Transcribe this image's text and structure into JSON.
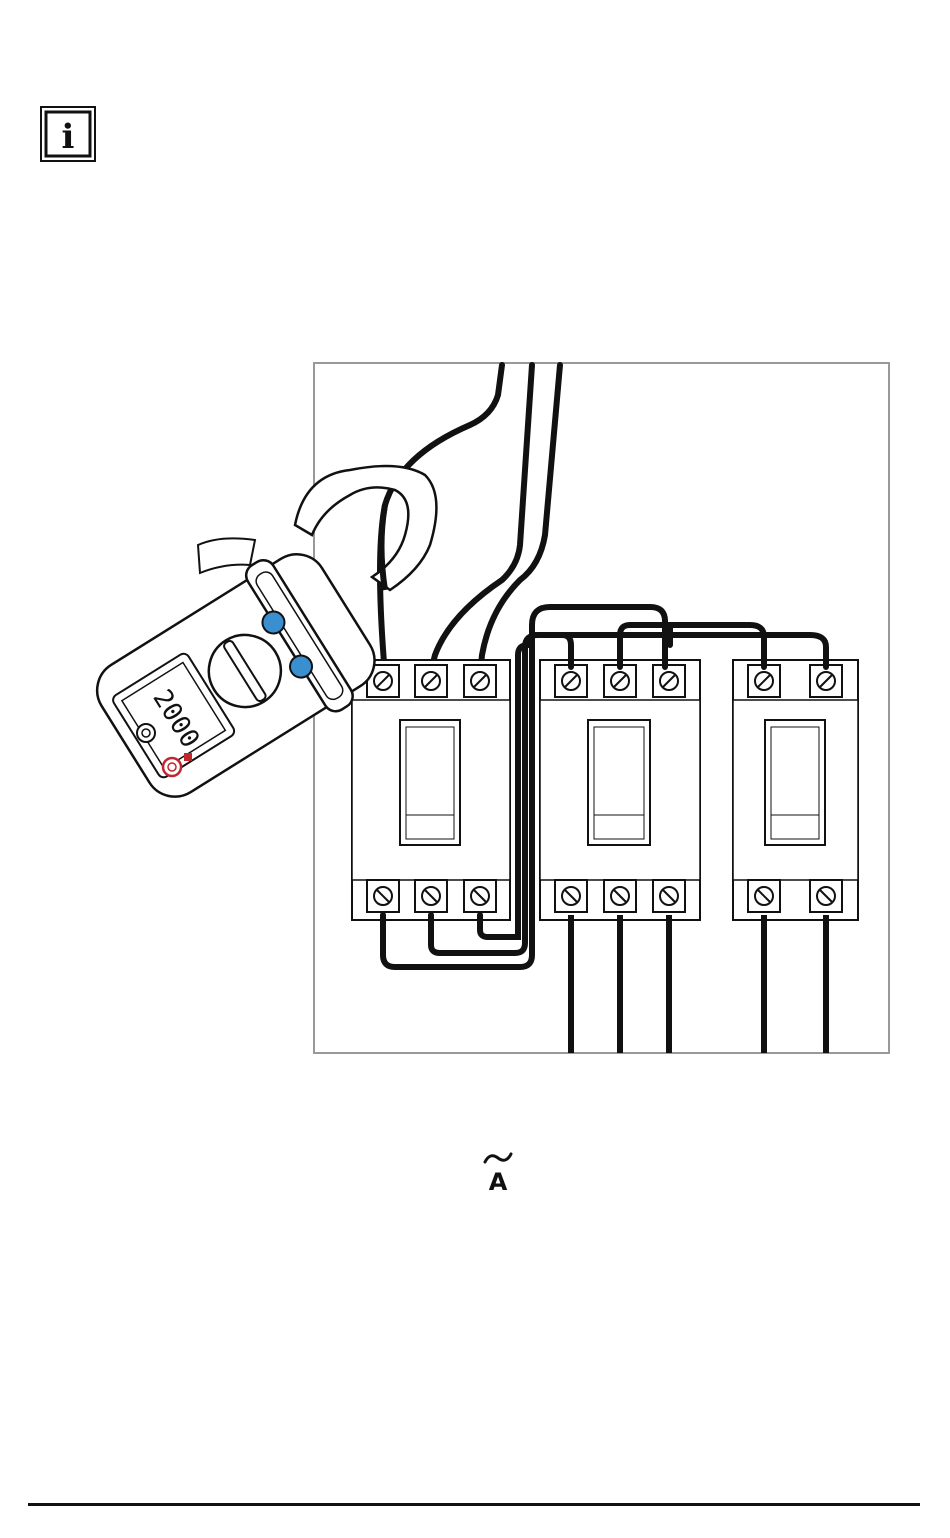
{
  "info_icon": {
    "icon": "info-icon",
    "glyph": "i"
  },
  "clamp_meter": {
    "display_reading": "2000",
    "rotary_dial": "function-selector-dial",
    "buttons": 2,
    "terminals": 2
  },
  "breakers": [
    {
      "poles": 3
    },
    {
      "poles": 3
    },
    {
      "poles": 2
    }
  ],
  "measurement_symbol": {
    "tilde": "~",
    "unit": "A"
  }
}
